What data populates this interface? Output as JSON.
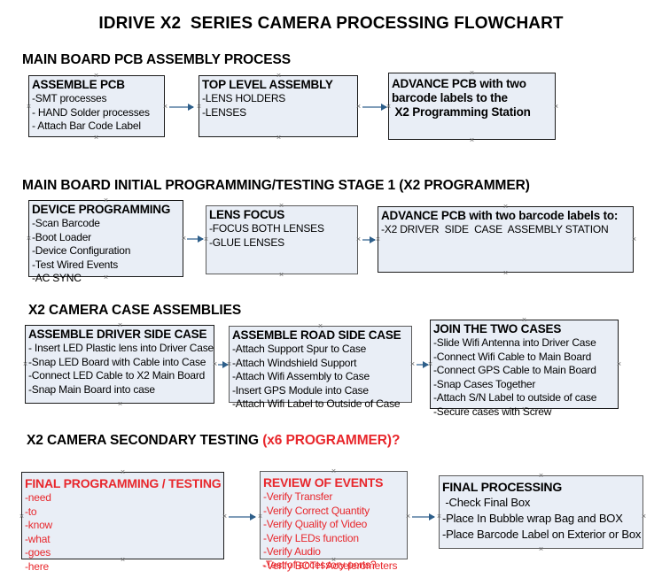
{
  "title": "IDRIVE X2  SERIES CAMERA PROCESSING FLOWCHART",
  "colors": {
    "node_fill": "#e9eef6",
    "node_border": "#595959",
    "arrow": "#7f9db9",
    "accent_red": "#e8272c",
    "text": "#000000"
  },
  "sections": [
    {
      "heading": "MAIN BOARD PCB ASSEMBLY PROCESS",
      "heading_accent": "",
      "nodes": [
        {
          "title": "ASSEMBLE PCB",
          "lines": [
            "-SMT processes",
            "- HAND Solder processes",
            "- Attach Bar Code Label"
          ]
        },
        {
          "title": "TOP LEVEL ASSEMBLY",
          "lines": [
            "-LENS HOLDERS",
            "-LENSES"
          ]
        },
        {
          "title": "ADVANCE PCB with two",
          "lines": [
            "barcode labels to the",
            " X2 Programming Station"
          ]
        }
      ]
    },
    {
      "heading": "MAIN BOARD INITIAL PROGRAMMING/TESTING STAGE 1 (X2 PROGRAMMER)",
      "heading_accent": "",
      "nodes": [
        {
          "title": "DEVICE PROGRAMMING",
          "lines": [
            "-Scan Barcode",
            "-Boot Loader",
            "-Device Configuration",
            "-Test Wired Events",
            "-AC SYNC"
          ]
        },
        {
          "title": "LENS FOCUS",
          "lines": [
            "-FOCUS BOTH LENSES",
            "-GLUE LENSES"
          ]
        },
        {
          "title": "ADVANCE PCB with two barcode labels to:",
          "lines": [
            "-X2 DRIVER  SIDE  CASE  ASSEMBLY STATION"
          ]
        }
      ]
    },
    {
      "heading": "X2 CAMERA CASE ASSEMBLIES",
      "heading_accent": "",
      "nodes": [
        {
          "title": "ASSEMBLE DRIVER SIDE CASE",
          "lines": [
            "- Insert LED Plastic lens into Driver Case",
            "-Snap LED Board with Cable into Case",
            "-Connect LED Cable to X2 Main Board",
            "-Snap Main Board into case"
          ]
        },
        {
          "title": "ASSEMBLE ROAD SIDE CASE",
          "lines": [
            "-Attach Support Spur to Case",
            "-Attach Windshield Support",
            "-Attach Wifi Assembly to Case",
            "-Insert GPS Module into Case",
            "-Attach Wifi Label to Outside of Case"
          ]
        },
        {
          "title": "JOIN THE TWO CASES",
          "lines": [
            "-Slide Wifi Antenna into Driver Case",
            "-Connect Wifi Cable to Main Board",
            "-Connect GPS Cable to Main Board",
            "-Snap Cases Together",
            "-Attach S/N Label to outside of case",
            "-Secure cases with Screw"
          ]
        }
      ]
    },
    {
      "heading": "X2 CAMERA SECONDARY TESTING ",
      "heading_accent": "(x6 PROGRAMMER)?",
      "nodes": [
        {
          "title": "FINAL PROGRAMMING / TESTING",
          "lines": [
            "-need",
            "-to",
            "-know",
            "-what",
            "-goes",
            "-here"
          ]
        },
        {
          "title": "REVIEW OF EVENTS",
          "lines": [
            "-Verify Transfer",
            "-Verify Correct Quantity",
            "-Verify Quality of Video",
            "-Verify LEDs function",
            "-Verify Audio",
            "-Verify BOTH Accelerometers"
          ],
          "overflow_line": "-Test of accessory ports?"
        },
        {
          "title": "FINAL PROCESSING",
          "lines": [
            " -Check Final Box",
            "-Place In Bubble wrap Bag and BOX",
            "-Place Barcode Label on Exterior or Box"
          ]
        }
      ]
    }
  ]
}
